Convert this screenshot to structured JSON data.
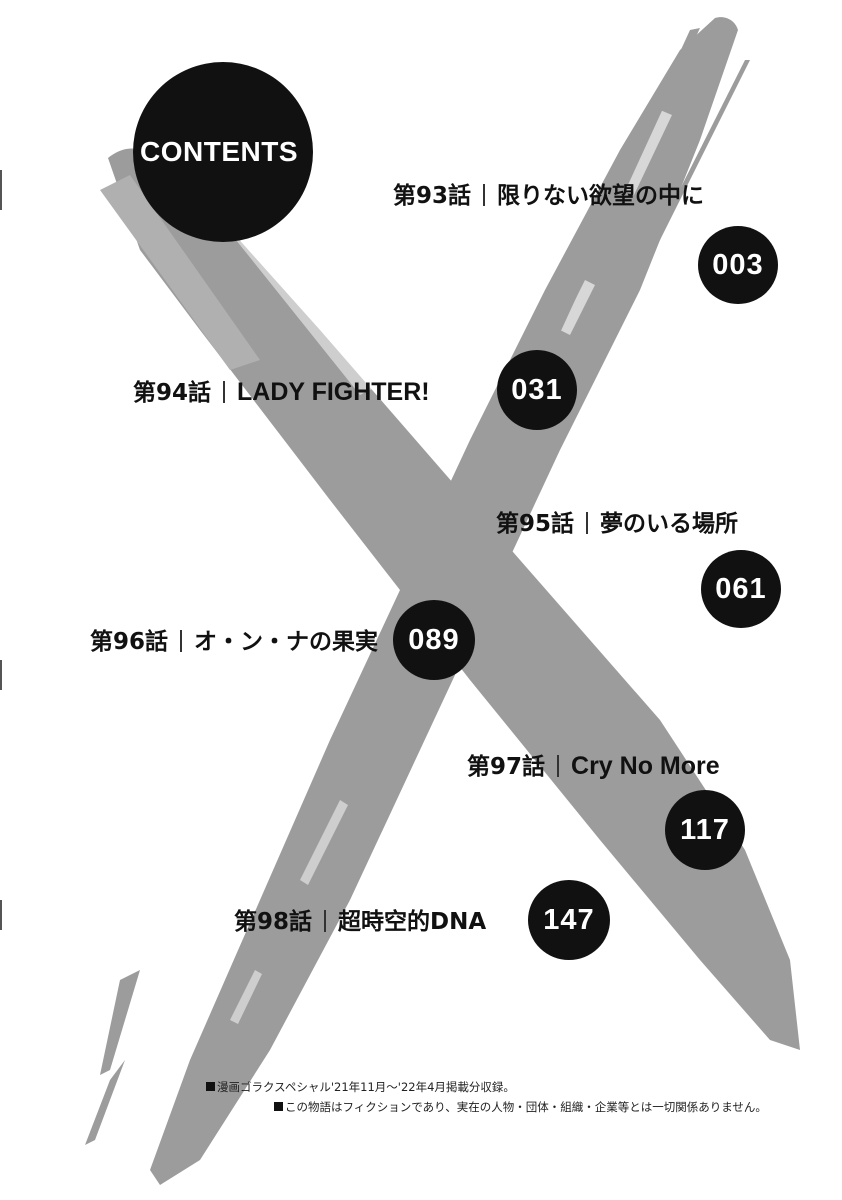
{
  "contents_title": "CONTENTS",
  "episodes": [
    {
      "number": "第93話",
      "title": "限りない欲望の中に",
      "page": "003"
    },
    {
      "number": "第94話",
      "title": "LADY FIGHTER!",
      "page": "031"
    },
    {
      "number": "第95話",
      "title": "夢のいる場所",
      "page": "061"
    },
    {
      "number": "第96話",
      "title": "オ・ン・ナの果実",
      "page": "089"
    },
    {
      "number": "第97話",
      "title": "Cry No More",
      "page": "117"
    },
    {
      "number": "第98話",
      "title": "超時空的DNA",
      "page": "147"
    }
  ],
  "footer": {
    "line1": "漫画ゴラクスペシャル'21年11月〜'22年4月掲載分収録。",
    "line2": "この物語はフィクションであり、実在の人物・団体・組織・企業等とは一切関係ありません。"
  },
  "colors": {
    "circle": "#111111",
    "x_mark": "#9c9c9c",
    "text": "#111111"
  }
}
